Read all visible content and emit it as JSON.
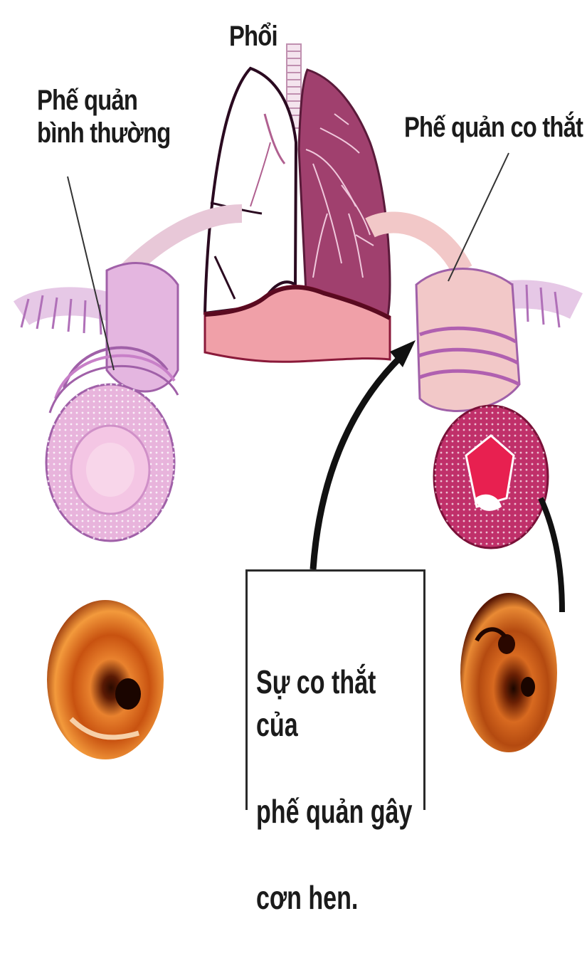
{
  "labels": {
    "lung": "Phổi",
    "normal_bronchus_line1": "Phế quản",
    "normal_bronchus_line2": "bình thường",
    "constricted_bronchus": "Phế quản co thắt"
  },
  "caption": {
    "line1": "Sự co thắt của",
    "line2": "phế quản gây",
    "line3": "cơn hen."
  },
  "colors": {
    "lung_tissue": "#a0406e",
    "bronchus_normal": "#e0aad8",
    "bronchus_constricted": "#c0306a",
    "diaphragm": "#f0a0a8",
    "endoscopy": "#d46a1a"
  },
  "icons": [
    "normal-bronchus-endoscopy-photo",
    "constricted-bronchus-endoscopy-photo",
    "arrow-icon"
  ]
}
